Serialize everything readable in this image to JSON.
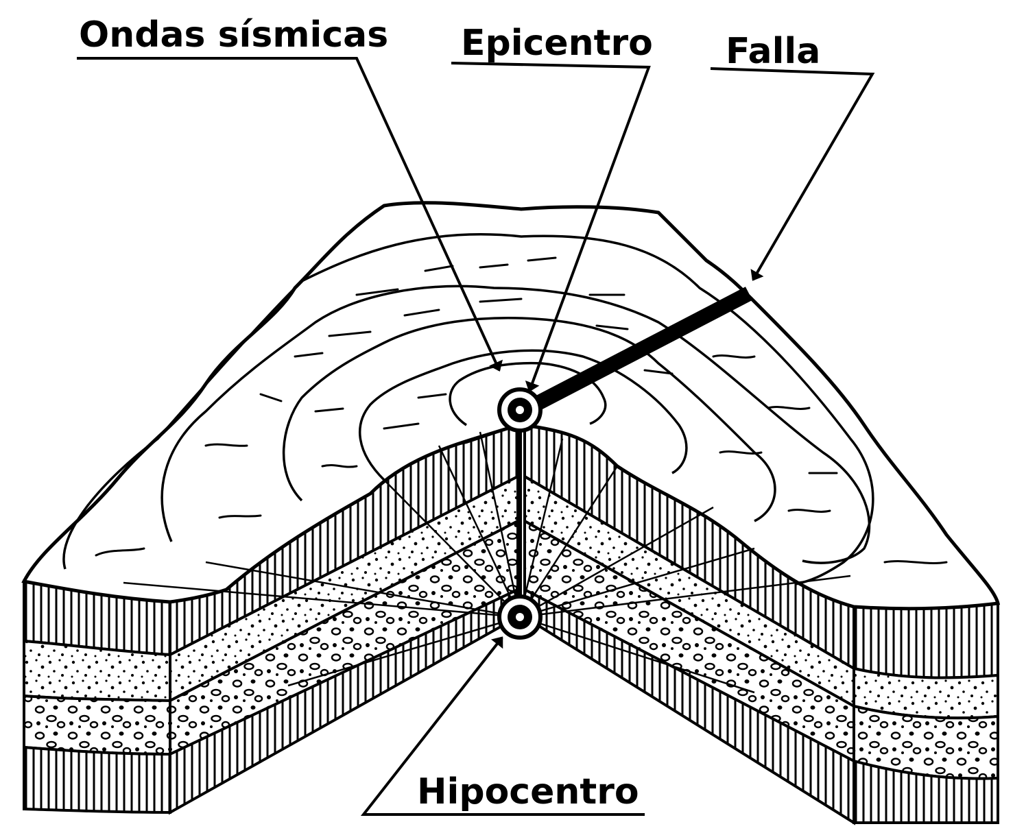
{
  "labels": {
    "seismic_waves": "Ondas sísmicas",
    "epicenter": "Epicentro",
    "fault": "Falla",
    "hypocenter": "Hipocentro"
  },
  "colors": {
    "ink": "#000000",
    "paper": "#ffffff"
  }
}
